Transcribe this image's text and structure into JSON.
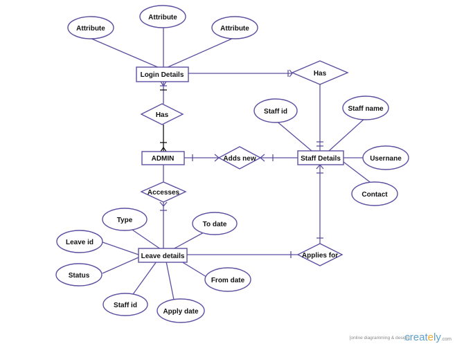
{
  "colors": {
    "stroke": "#5a4fa0",
    "fill": "#ffffff",
    "text": "#111111"
  },
  "entities": {
    "login_details": "Login Details",
    "admin": "ADMIN",
    "staff_details": "Staff Details",
    "leave_details": "Leave details"
  },
  "relationships": {
    "login_has_staff": "Has",
    "admin_has_login": "Has",
    "adds_new": "Adds new",
    "accesses": "Accesses",
    "applies_for": "Applies for"
  },
  "attributes": {
    "login_1": "Attribute",
    "login_2": "Attribute",
    "login_3": "Attribute",
    "staff_id": "Staff id",
    "staff_name": "Staff name",
    "username": "Usernane",
    "contact": "Contact",
    "type": "Type",
    "to_date": "To date",
    "leave_id": "Leave id",
    "status": "Status",
    "from_date": "From date",
    "leave_staff_id": "Staff id",
    "apply_date": "Apply date"
  },
  "watermark": {
    "tagline": "[online diagramming & design]",
    "brand_main": "creat",
    "brand_dot": "e",
    "brand_tail": "ly",
    "brand_suffix": ".com"
  }
}
